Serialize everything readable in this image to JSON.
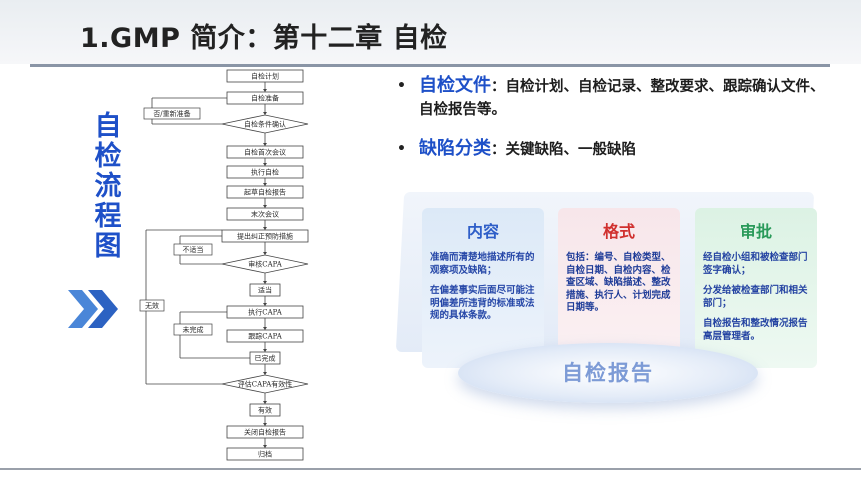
{
  "slide": {
    "title": "1.GMP 简介：第十二章  自检",
    "vertical_title": "自\n检\n流\n程\n图"
  },
  "flowchart": {
    "steps": [
      "自检计划",
      "自检准备",
      "自检条件确认",
      "自检首次会议",
      "执行自检",
      "起草自检报告",
      "末次会议",
      "提出纠正预防措施",
      "审核CAPA",
      "适当",
      "执行CAPA",
      "跟踪CAPA",
      "已完成",
      "评估CAPA有效性",
      "有效",
      "关闭自检报告",
      "归档"
    ],
    "side_labels": [
      "否/重新准备",
      "不适当",
      "无效",
      "未完成"
    ]
  },
  "bullets": [
    {
      "key": "自检文件",
      "text": "：自检计划、自检记录、整改要求、跟踪确认文件、自检报告等。"
    },
    {
      "key": "缺陷分类",
      "text": "：关键缺陷、一般缺陷"
    }
  ],
  "cards": [
    {
      "title": "内容",
      "paras": [
        "准确而清楚地描述所有的观察项及缺陷；",
        "在偏差事实后面尽可能注明偏差所违背的标准或法规的具体条款。"
      ]
    },
    {
      "title": "格式",
      "paras": [
        "包括：编号、自检类型、自检日期、自检内容、检查区域、缺陷描述、整改措施、执行人、计划完成日期等。"
      ]
    },
    {
      "title": "审批",
      "paras": [
        "经自检小组和被检查部门签字确认；",
        "分发给被检查部门和相关部门；",
        "自检报告和整改情况报告高层管理者。"
      ]
    }
  ],
  "pedestal_label": "自检报告",
  "colors": {
    "accent": "#1e50c8",
    "card_a": "#2e5ec8",
    "card_b": "#d0302e",
    "card_c": "#2a9a5a"
  }
}
